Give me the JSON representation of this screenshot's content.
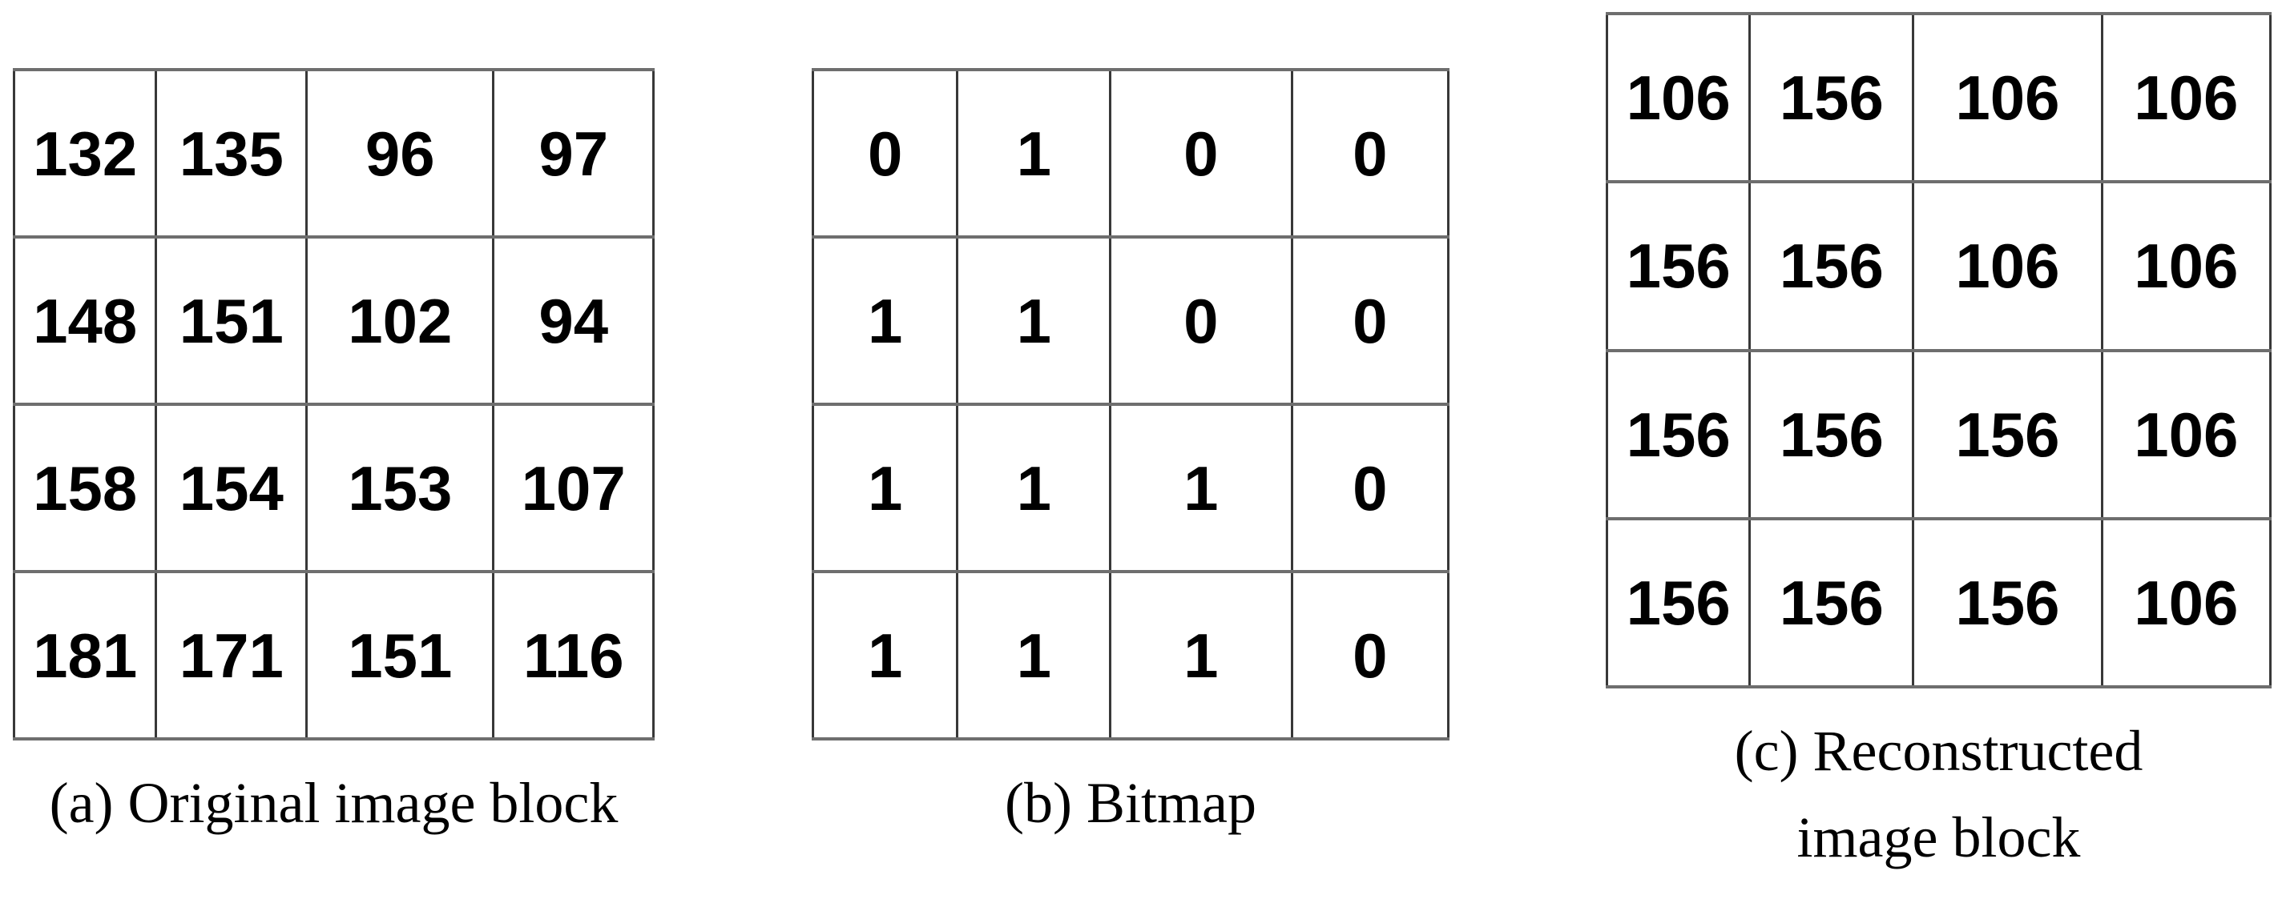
{
  "figures": [
    {
      "id": "a",
      "caption": "(a) Original image block",
      "rows": [
        [
          "132",
          "135",
          "96",
          "97"
        ],
        [
          "148",
          "151",
          "102",
          "94"
        ],
        [
          "158",
          "154",
          "153",
          "107"
        ],
        [
          "181",
          "171",
          "151",
          "116"
        ]
      ]
    },
    {
      "id": "b",
      "caption": "(b) Bitmap",
      "rows": [
        [
          "0",
          "1",
          "0",
          "0"
        ],
        [
          "1",
          "1",
          "0",
          "0"
        ],
        [
          "1",
          "1",
          "1",
          "0"
        ],
        [
          "1",
          "1",
          "1",
          "0"
        ]
      ]
    },
    {
      "id": "c",
      "caption": "(c) Reconstructed\nimage block",
      "rows": [
        [
          "106",
          "156",
          "106",
          "106"
        ],
        [
          "156",
          "156",
          "106",
          "106"
        ],
        [
          "156",
          "156",
          "156",
          "106"
        ],
        [
          "156",
          "156",
          "156",
          "106"
        ]
      ]
    }
  ],
  "colors": {
    "background": "#ffffff",
    "text": "#000000",
    "grid_line_vertical": "#383838",
    "grid_line_horizontal": "#6e6e6e"
  }
}
